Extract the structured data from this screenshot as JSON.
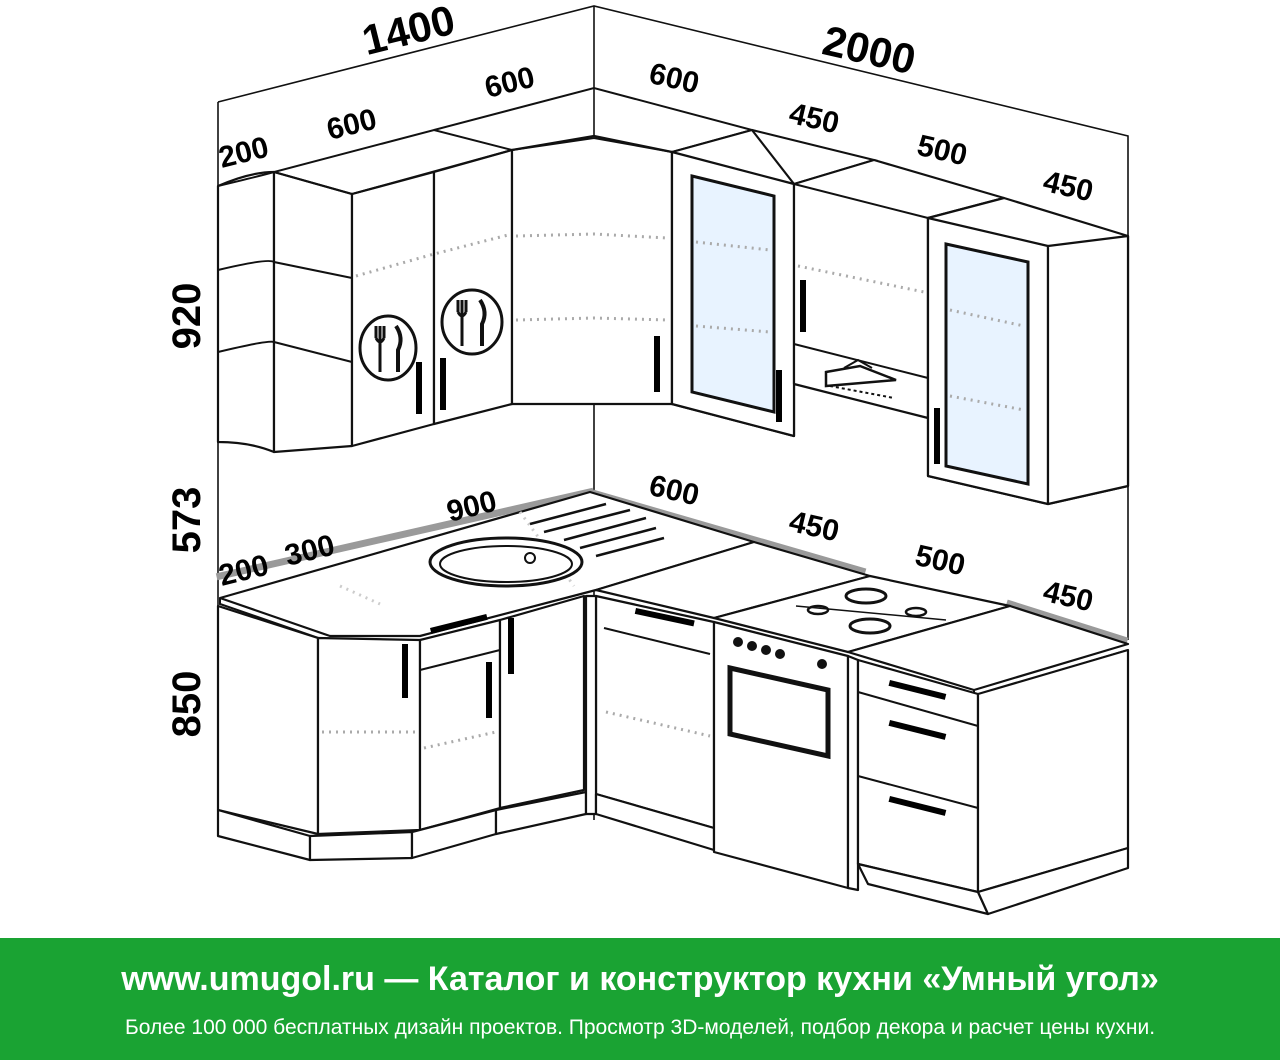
{
  "dimensions": {
    "wall_left_total": "1400",
    "wall_right_total": "2000",
    "upper_left_200": "200",
    "upper_left_600": "600",
    "upper_corner_600": "600",
    "upper_right_600": "600",
    "upper_right_450": "450",
    "upper_right_500": "500",
    "upper_right_450b": "450",
    "height_upper": "920",
    "height_gap": "573",
    "height_lower": "850",
    "lower_left_200": "200",
    "lower_left_300": "300",
    "lower_left_900": "900",
    "lower_right_600": "600",
    "lower_right_450": "450",
    "lower_right_500": "500",
    "lower_right_450b": "450"
  },
  "footer": {
    "title": "www.umugol.ru — Каталог и конструктор кухни «Умный угол»",
    "subtitle": "Более 100 000 бесплатных дизайн проектов. Просмотр 3D-моделей, подбор декора и расчет цены кухни."
  },
  "colors": {
    "footer_bg": "#1aa333",
    "glass": "#e8f3ff",
    "counter_edge": "#9a9a9a"
  }
}
